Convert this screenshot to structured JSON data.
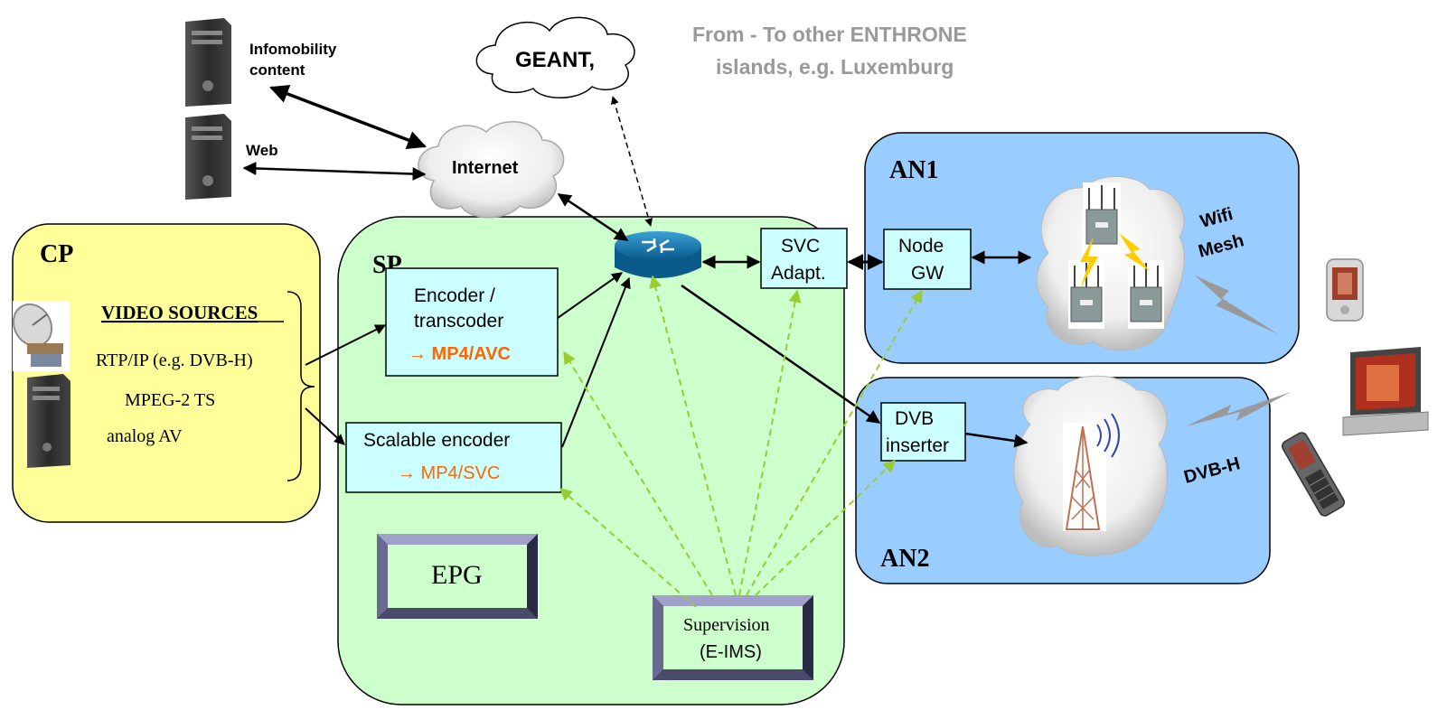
{
  "colors": {
    "cp_fill": "#ffff99",
    "sp_fill": "#ccffcc",
    "an_fill": "#99ccff",
    "encoder_fill": "#ccffff",
    "orange_text": "#ff6600",
    "grey_text": "#999999",
    "dashed_green": "#99cc33"
  },
  "labels": {
    "cp": "CP",
    "sp": "SP",
    "an1": "AN1",
    "an2": "AN2",
    "video_sources": "VIDEO SOURCES",
    "source_rtp": "RTP/IP (e.g. DVB-H)",
    "source_mpeg": "MPEG-2 TS",
    "source_analog": "analog AV",
    "infomobility_1": "Infomobility",
    "infomobility_2": "content",
    "web": "Web",
    "internet": "Internet",
    "geant": "GEANT,",
    "other_islands_1": "From - To other ENTHRONE",
    "other_islands_2": "islands, e.g. Luxemburg",
    "encoder_1": "Encoder /",
    "encoder_2": "transcoder",
    "encoder_out": "→ MP4/AVC",
    "scalable_1": "Scalable encoder",
    "scalable_out": "→ MP4/SVC",
    "svc_1": "SVC",
    "svc_2": "Adapt.",
    "node_1": "Node",
    "node_2": "GW",
    "dvb_1": "DVB",
    "dvb_2": "inserter",
    "epg": "EPG",
    "supervision_1": "Supervision",
    "supervision_2": "(E-IMS)",
    "wifi_1": "Wifi",
    "wifi_2": "Mesh",
    "dvbh": "DVB-H"
  },
  "icons": [
    "server-icon",
    "cloud-icon",
    "router-icon",
    "satellite-dish-icon",
    "access-point-icon",
    "broadcast-tower-icon",
    "pda-icon",
    "laptop-icon",
    "mobile-phone-icon",
    "lightning-icon"
  ]
}
